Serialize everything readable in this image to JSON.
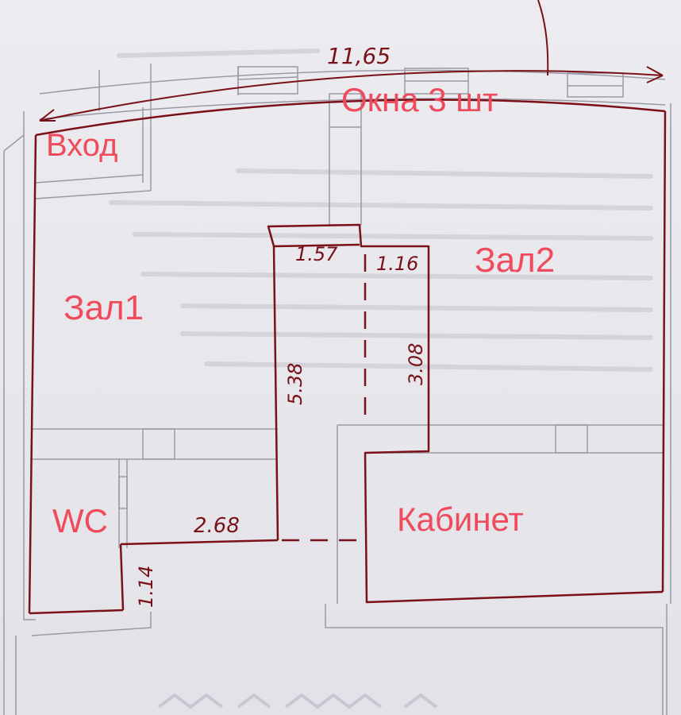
{
  "rooms": {
    "entrance": "Вход",
    "hall1": "Зал1",
    "hall2": "Зал2",
    "wc": "WC",
    "office": "Кабинет"
  },
  "notes": {
    "windows": "Окна 3 шт"
  },
  "dimensions": {
    "total_width": "11,65",
    "corridor_top_left": "1.57",
    "corridor_top_right": "1.16",
    "corridor_length_left": "5.38",
    "corridor_length_right": "3.08",
    "wc_wall": "2.68",
    "wc_step": "1.14"
  },
  "colors": {
    "annotation_red": "#ef4b5c",
    "pen_dark_red": "#7a1018",
    "print_gray": "#9a9aa6"
  }
}
